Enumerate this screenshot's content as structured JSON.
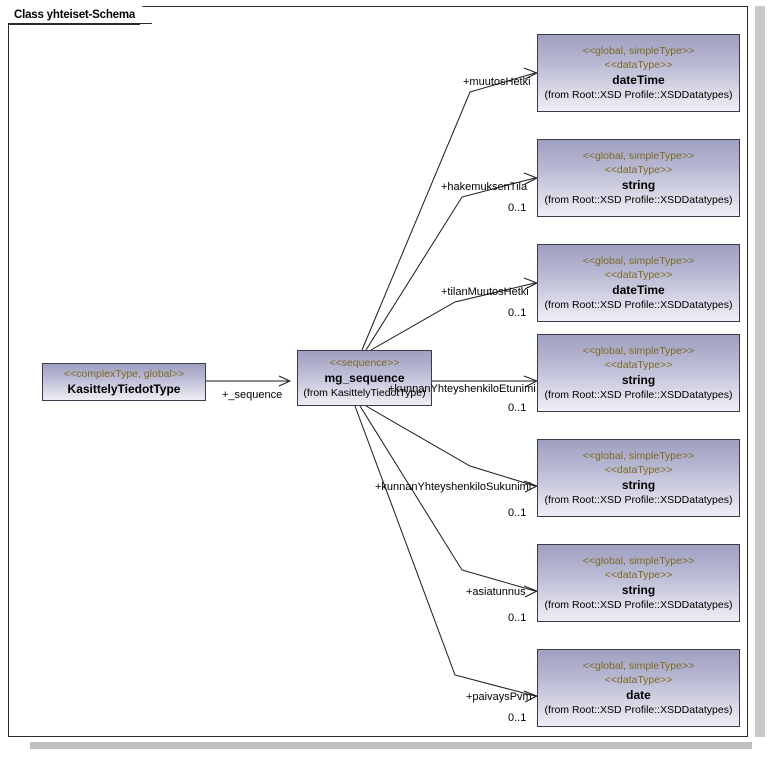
{
  "frame": {
    "tab_label": "Class yhteiset-Schema"
  },
  "classes": {
    "source": {
      "stereotype": "<<complexType, global>>",
      "name": "KasittelyTiedotType",
      "from": ""
    },
    "sequence": {
      "stereotype": "<<sequence>>",
      "name": "mg_sequence",
      "from": "(from KasittelyTiedotType)"
    }
  },
  "source_association": {
    "role": "+_sequence"
  },
  "datatypes": [
    {
      "stereotype1": "<<global, simpleType>>",
      "stereotype2": "<<dataType>>",
      "name": "dateTime",
      "from": "(from Root::XSD Profile::XSDDatatypes)",
      "role": "+muutosHetki",
      "multiplicity": ""
    },
    {
      "stereotype1": "<<global, simpleType>>",
      "stereotype2": "<<dataType>>",
      "name": "string",
      "from": "(from Root::XSD Profile::XSDDatatypes)",
      "role": "+hakemuksenTila",
      "multiplicity": "0..1"
    },
    {
      "stereotype1": "<<global, simpleType>>",
      "stereotype2": "<<dataType>>",
      "name": "dateTime",
      "from": "(from Root::XSD Profile::XSDDatatypes)",
      "role": "+tilanMuutosHetki",
      "multiplicity": "0..1"
    },
    {
      "stereotype1": "<<global, simpleType>>",
      "stereotype2": "<<dataType>>",
      "name": "string",
      "from": "(from Root::XSD Profile::XSDDatatypes)",
      "role": "+kunnanYhteyshenkiloEtunimi",
      "multiplicity": "0..1"
    },
    {
      "stereotype1": "<<global, simpleType>>",
      "stereotype2": "<<dataType>>",
      "name": "string",
      "from": "(from Root::XSD Profile::XSDDatatypes)",
      "role": "+kunnanYhteyshenkiloSukunimi",
      "multiplicity": "0..1"
    },
    {
      "stereotype1": "<<global, simpleType>>",
      "stereotype2": "<<dataType>>",
      "name": "string",
      "from": "(from Root::XSD Profile::XSDDatatypes)",
      "role": "+asiatunnus",
      "multiplicity": "0..1"
    },
    {
      "stereotype1": "<<global, simpleType>>",
      "stereotype2": "<<dataType>>",
      "name": "date",
      "from": "(from Root::XSD Profile::XSDDatatypes)",
      "role": "+paivaysPvm",
      "multiplicity": "0..1"
    }
  ],
  "colors": {
    "box_fill_top": "#9f9fc0",
    "box_fill_bottom": "#eeeef5",
    "box_border": "#3a3a4a",
    "stereotype_text": "#7a6a23",
    "line": "#1a1a1a",
    "frame_border": "#2b2b2b",
    "scrollbar": "#c8c8c8"
  }
}
